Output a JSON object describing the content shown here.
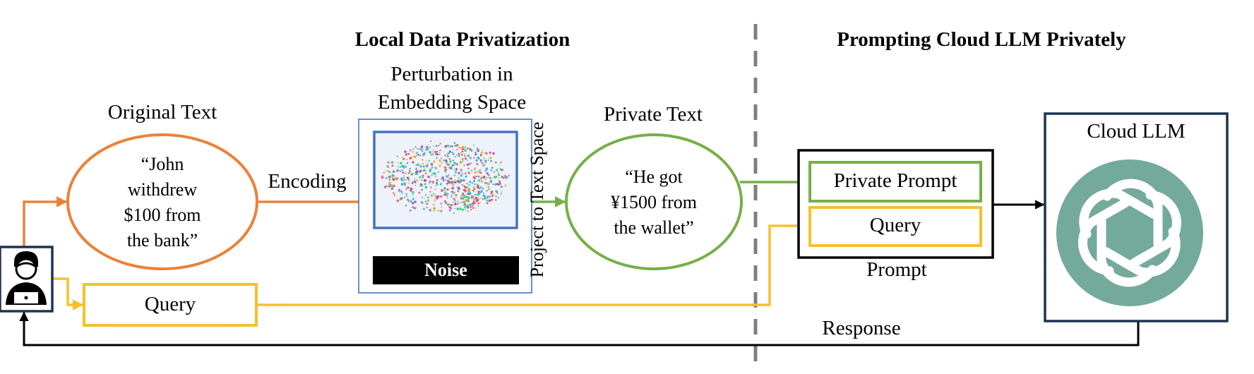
{
  "sections": {
    "local_title": "Local Data Privatization",
    "cloud_title": "Prompting Cloud LLM Privately"
  },
  "original_text": {
    "label": "Original Text",
    "lines": [
      "“John",
      "withdrew",
      "$100 from",
      "the bank”"
    ]
  },
  "encoding_label": "Encoding",
  "perturbation": {
    "label_lines": [
      "Perturbation in",
      "Embedding Space"
    ],
    "noise_label": "Noise"
  },
  "project_label": "Project to Text Space",
  "private_text": {
    "label": "Private Text",
    "lines": [
      "“He got",
      "¥1500 from",
      "the wallet”"
    ]
  },
  "prompt": {
    "private_prompt_label": "Private Prompt",
    "query_label": "Query",
    "caption": "Prompt"
  },
  "query_label": "Query",
  "cloud_llm": {
    "label": "Cloud LLM"
  },
  "response_label": "Response",
  "icons": {
    "user": "user-with-laptop-icon",
    "llm_logo": "openai-knot-logo-icon"
  },
  "colors": {
    "orange": "#E9823A",
    "yellow": "#F6C02C",
    "green": "#76AF47",
    "navy": "#1F3353",
    "blue": "#4472C4",
    "teal": "#74AA9C",
    "dashed": "#7f7f7f"
  }
}
